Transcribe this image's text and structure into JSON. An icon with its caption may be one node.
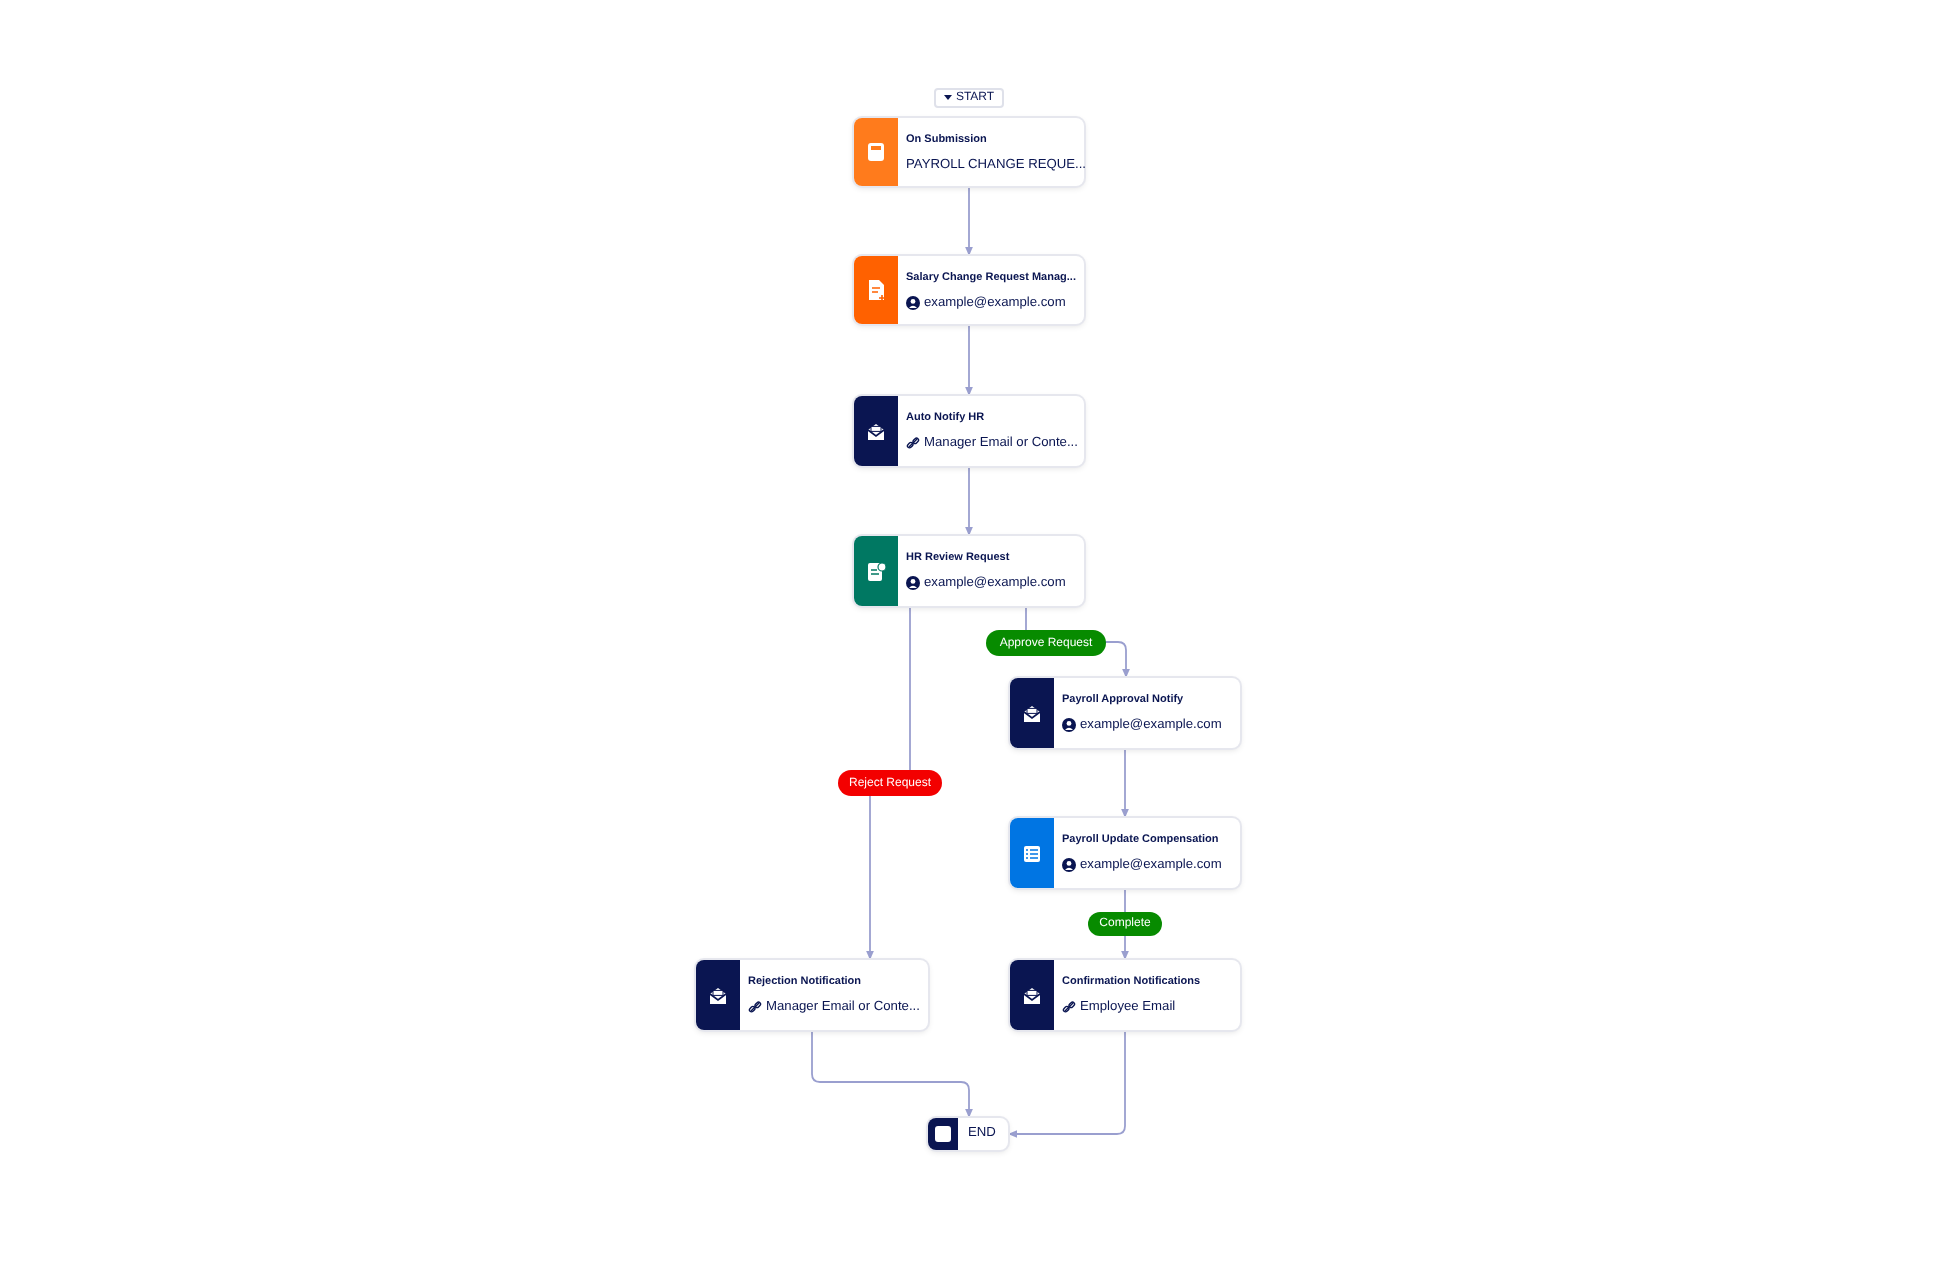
{
  "diagram": {
    "nodes": [
      {
        "text": [
          "START"
        ]
      },
      {
        "text": [
          "On Submission",
          "PAYROLL CHANGE REQUE..."
        ]
      },
      {
        "text": [
          "Salary Change Request Manag...",
          "example@example.com"
        ]
      },
      {
        "text": [
          "Auto Notify HR",
          "Manager Email or Conte..."
        ]
      },
      {
        "text": [
          "HR Review Request",
          "example@example.com"
        ]
      },
      {
        "text": [
          "Approve Request"
        ]
      },
      {
        "text": [
          "Payroll Approval Notify",
          "example@example.com"
        ]
      },
      {
        "text": [
          "Reject Request"
        ]
      },
      {
        "text": [
          "Payroll Update Compensation",
          "example@example.com"
        ]
      },
      {
        "text": [
          "Complete"
        ]
      },
      {
        "text": [
          "Rejection Notification",
          "Manager Email or Conte..."
        ]
      },
      {
        "text": [
          "Confirmation Notifications",
          "Employee Email"
        ]
      },
      {
        "text": [
          "END"
        ]
      }
    ],
    "edges": [
      {
        "from": 1,
        "to": 2,
        "arrow": "to"
      },
      {
        "from": 2,
        "to": 3,
        "arrow": "to"
      },
      {
        "from": 3,
        "to": 4,
        "arrow": "to"
      },
      {
        "from": 4,
        "to": 5,
        "arrow": "none"
      },
      {
        "from": 5,
        "to": 6,
        "arrow": "to"
      },
      {
        "from": 4,
        "to": 7,
        "arrow": "none"
      },
      {
        "from": 7,
        "to": 10,
        "arrow": "to"
      },
      {
        "from": 6,
        "to": 8,
        "arrow": "to"
      },
      {
        "from": 8,
        "to": 9,
        "arrow": "none"
      },
      {
        "from": 9,
        "to": 11,
        "arrow": "to"
      },
      {
        "from": 10,
        "to": 12,
        "arrow": "to"
      },
      {
        "from": 11,
        "to": 12,
        "arrow": "to"
      }
    ]
  }
}
